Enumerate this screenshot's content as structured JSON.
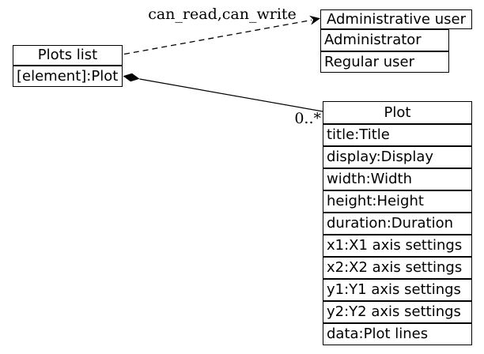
{
  "canvas": {
    "background": "#ffffff",
    "line_color": "#000000",
    "text_color": "#000000",
    "box_fill": "#ffffff"
  },
  "classes": {
    "plots_list": {
      "title": "Plots list",
      "attributes": [
        "[element]:Plot"
      ]
    },
    "administrative_user": {
      "title": "Administrative user",
      "attributes": [
        "Administrator",
        "Regular user"
      ]
    },
    "plot": {
      "title": "Plot",
      "attributes": [
        "title:Title",
        "display:Display",
        "width:Width",
        "height:Height",
        "duration:Duration",
        "x1:X1 axis settings",
        "x2:X2 axis settings",
        "y1:Y1 axis settings",
        "y2:Y2 axis settings",
        "data:Plot lines"
      ]
    }
  },
  "edges": {
    "dependency": {
      "label": "can_read,can_write",
      "type": "dashed-open-arrow",
      "from": "Plots list",
      "to": "Administrative user"
    },
    "composition": {
      "multiplicity": "0..*",
      "type": "solid-filled-diamond",
      "from": "Plots list",
      "to": "Plot"
    }
  }
}
